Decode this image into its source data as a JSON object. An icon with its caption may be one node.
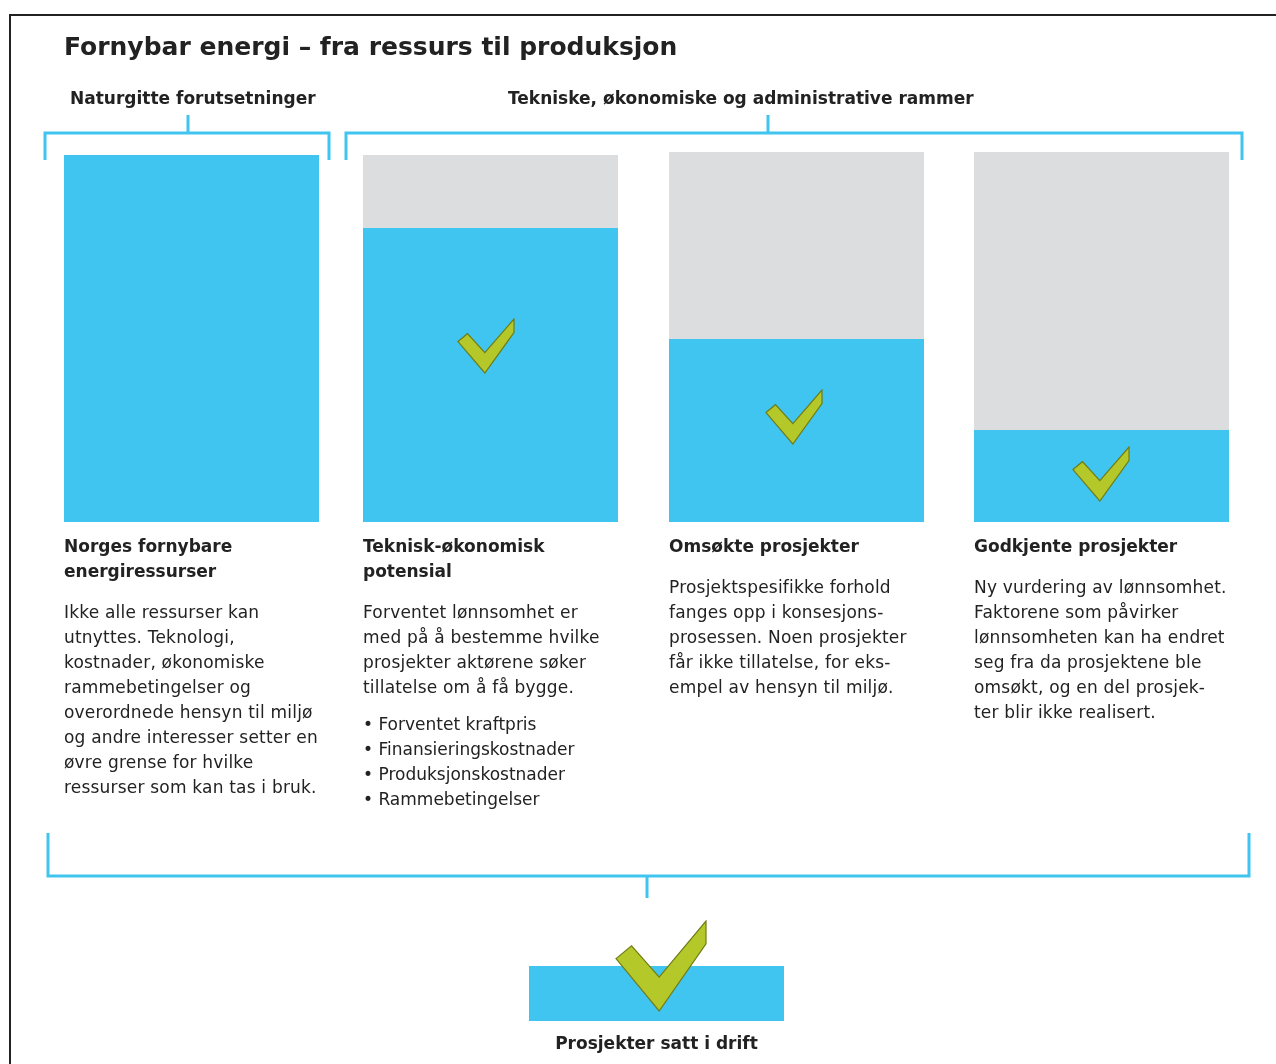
{
  "diagram": {
    "title": "Fornybar energi – fra ressurs til produksjon",
    "nodes": [
      {
        "text": [
          "Norges fornybare energiressurser",
          "Ikke alle ressurser kan utnyttes. Teknologi, kostnader, økonomiske rammebetingelser og overordnede hensyn til miljø og andre interesser setter en øvre grense for hvilke ressurser som kan tas i bruk."
        ]
      },
      {
        "text": [
          "Teknisk-økonomisk potensial",
          "Forventet lønnsomhet er med på å bestemme hvilke prosjekter aktørene søker tillatelse om å få bygge."
        ]
      },
      {
        "text": [
          "Omsøkte prosjekter",
          "Prosjektspesifikke forhold fanges opp i konsesjons-prosessen. Noen prosjekter får ikke tillatelse, for eks-empel av hensyn til miljø."
        ]
      },
      {
        "text": [
          "Godkjente prosjekter",
          "Ny vurdering av lønnsomhet. Faktorene som påvirker lønnsomheten kan ha endret seg fra da prosjektene ble omsøkt, og en del prosjek-ter blir ikke realisert."
        ]
      },
      {
        "text": [
          "Prosjekter satt i drift"
        ]
      }
    ],
    "labels": [
      "Naturgitte forutsetninger",
      "Tekniske, økonomiske og administrative rammer",
      "• Forventet kraftpris",
      "• Finansieringskostnader",
      "• Produksjonskostnader",
      "• Rammebetingelser"
    ]
  }
}
